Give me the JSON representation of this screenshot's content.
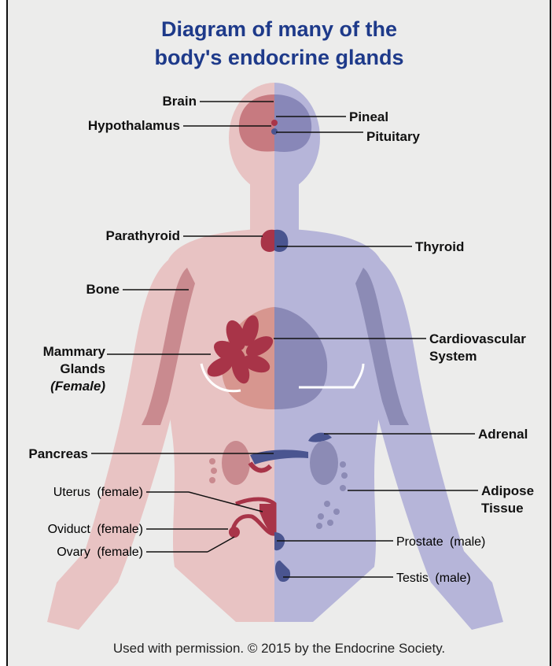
{
  "title": {
    "line1": "Diagram of many of the",
    "line2": "body's endocrine glands"
  },
  "labels": {
    "brain": "Brain",
    "hypothalamus": "Hypothalamus",
    "pineal": "Pineal",
    "pituitary": "Pituitary",
    "parathyroid": "Parathyroid",
    "thyroid": "Thyroid",
    "bone": "Bone",
    "mammary_line1": "Mammary",
    "mammary_line2": "Glands",
    "mammary_note": "(Female)",
    "cardio_line1": "Cardiovascular",
    "cardio_line2": "System",
    "adrenal": "Adrenal",
    "pancreas": "Pancreas",
    "adipose_line1": "Adipose",
    "adipose_line2": "Tissue",
    "uterus": "Uterus",
    "uterus_note": "(female)",
    "oviduct": "Oviduct",
    "oviduct_note": "(female)",
    "ovary": "Ovary",
    "ovary_note": "(female)",
    "prostate": "Prostate",
    "prostate_note": "(male)",
    "testis": "Testis",
    "testis_note": "(male)"
  },
  "credit": "Used with permission. © 2015 by the Endocrine Society.",
  "colors": {
    "female_body": "#e8c3c3",
    "male_body": "#b6b5d9",
    "female_organ": "#a83448",
    "male_organ": "#4a5590",
    "title": "#1e3a8a"
  }
}
